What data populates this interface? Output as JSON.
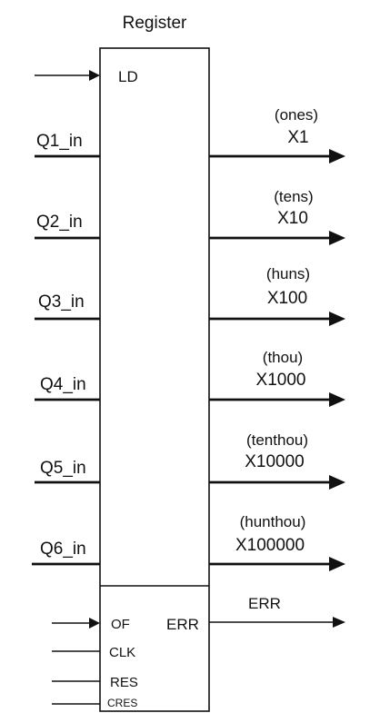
{
  "title": "Register",
  "ld_label": "LD",
  "inputs": [
    {
      "label": "Q1_in"
    },
    {
      "label": "Q2_in"
    },
    {
      "label": "Q3_in"
    },
    {
      "label": "Q4_in"
    },
    {
      "label": "Q5_in"
    },
    {
      "label": "Q6_in"
    }
  ],
  "outputs": [
    {
      "tag": "(ones)",
      "label": "X1"
    },
    {
      "tag": "(tens)",
      "label": "X10"
    },
    {
      "tag": "(huns)",
      "label": "X100"
    },
    {
      "tag": "(thou)",
      "label": "X1000"
    },
    {
      "tag": "(tenthou)",
      "label": "X10000"
    },
    {
      "tag": "(hunthou)",
      "label": "X100000"
    }
  ],
  "controls": {
    "of": "OF",
    "clk": "CLK",
    "res": "RES",
    "cres": "CRES",
    "err_pin": "ERR",
    "err_output": "ERR"
  }
}
